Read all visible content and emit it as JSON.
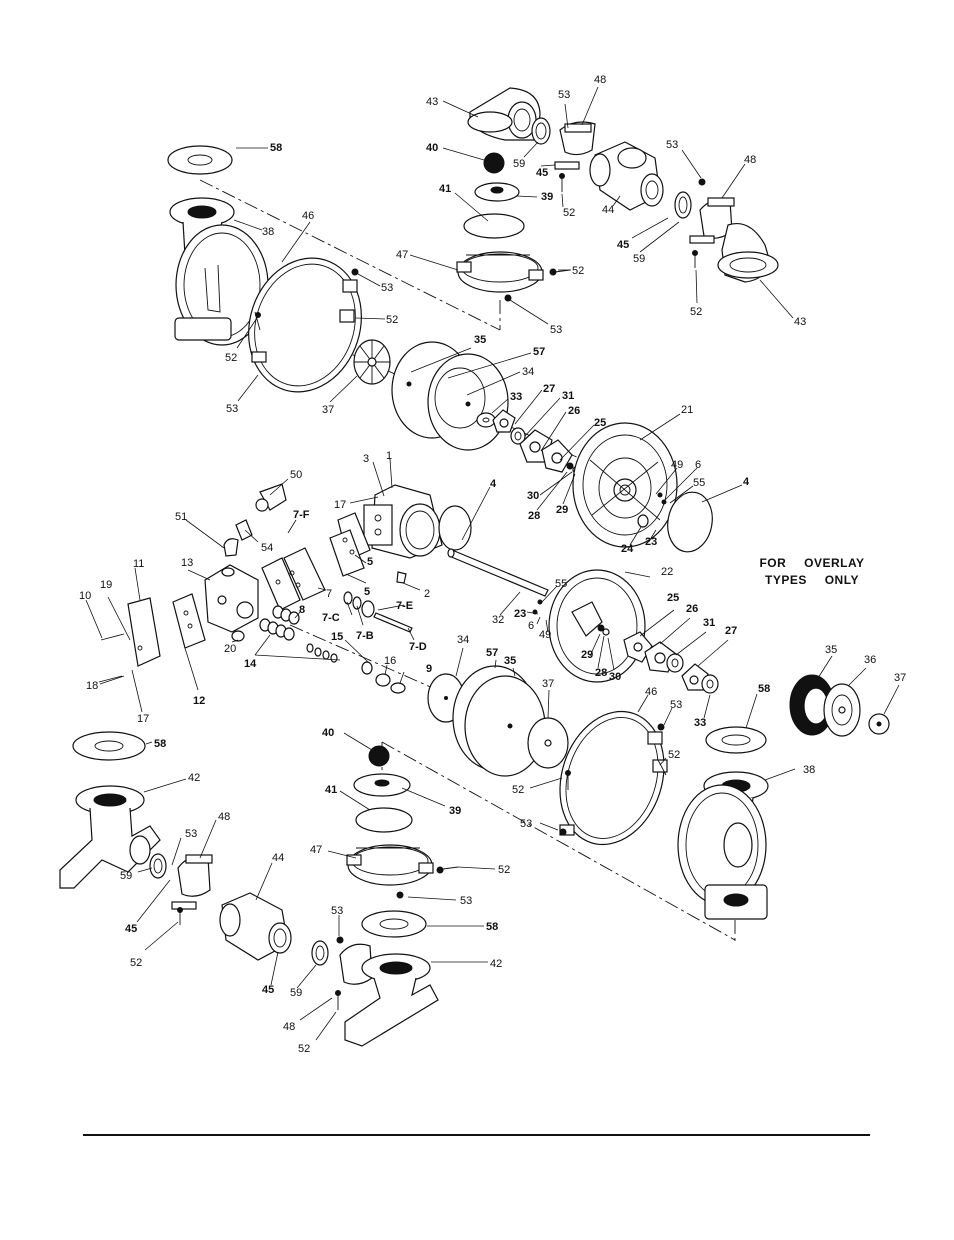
{
  "overlay_note": {
    "line1": "FOR OVERLAY",
    "line2": "TYPES ONLY"
  },
  "callouts": {
    "c43a": "43",
    "c53a": "53",
    "c48a": "48",
    "c40a": "40",
    "c59a": "59",
    "c45a": "45",
    "c41a": "41",
    "c39a": "39",
    "c52a": "52",
    "c44a": "44",
    "c45b": "45",
    "c53b": "53",
    "c48b": "48",
    "c59b": "59",
    "c52b": "52",
    "c43b": "43",
    "c58a": "58",
    "c38a": "38",
    "c46a": "46",
    "c47a": "47",
    "c52c": "52",
    "c53c": "53",
    "c53d": "53",
    "c52d": "52",
    "c52e": "52",
    "c53e": "53",
    "c37a": "37",
    "c35a": "35",
    "c57a": "57",
    "c34a": "34",
    "c33a": "33",
    "c27a": "27",
    "c31a": "31",
    "c26a": "26",
    "c25a": "25",
    "c21": "21",
    "c49a": "49",
    "c6a": "6",
    "c55a": "55",
    "c4a": "4",
    "c30a": "30",
    "c28a": "28",
    "c29a": "29",
    "c24": "24",
    "c23a": "23",
    "c4b": "4",
    "c3": "3",
    "c1": "1",
    "c17a": "17",
    "c50": "50",
    "c51": "51",
    "c54": "54",
    "c7f": "7-F",
    "c5a": "5",
    "c5b": "5",
    "c7": "7",
    "c2": "2",
    "c7e": "7-E",
    "c7c": "7-C",
    "c7b": "7-B",
    "c7d": "7-D",
    "c11": "11",
    "c13": "13",
    "c19": "19",
    "c10": "10",
    "c8": "8",
    "c20": "20",
    "c12": "12",
    "c14": "14",
    "c15": "15",
    "c16": "16",
    "c9": "9",
    "c18": "18",
    "c17b": "17",
    "c32": "32",
    "c22": "22",
    "c55b": "55",
    "c23b": "23",
    "c6b": "6",
    "c49b": "49",
    "c29b": "29",
    "c28b": "28",
    "c30b": "30",
    "c25b": "25",
    "c26b": "26",
    "c31b": "31",
    "c27b": "27",
    "c33b": "33",
    "c34b": "34",
    "c57b": "57",
    "c35b": "35",
    "c37b": "37",
    "c46b": "46",
    "c53f": "53",
    "c52f": "52",
    "c58b": "58",
    "c38b": "38",
    "c52g": "52",
    "c53g": "53",
    "c35c": "35",
    "c36": "36",
    "c37c": "37",
    "c40b": "40",
    "c39b": "39",
    "c41b": "41",
    "c47b": "47",
    "c52h": "52",
    "c53h": "53",
    "c58c": "58",
    "c42a": "42",
    "c53i": "53",
    "c48c": "48",
    "c59c": "59",
    "c45c": "45",
    "c52i": "52",
    "c44b": "44",
    "c45d": "45",
    "c59d": "59",
    "c53j": "53",
    "c58d": "58",
    "c42b": "42",
    "c48d": "48",
    "c52j": "52"
  }
}
